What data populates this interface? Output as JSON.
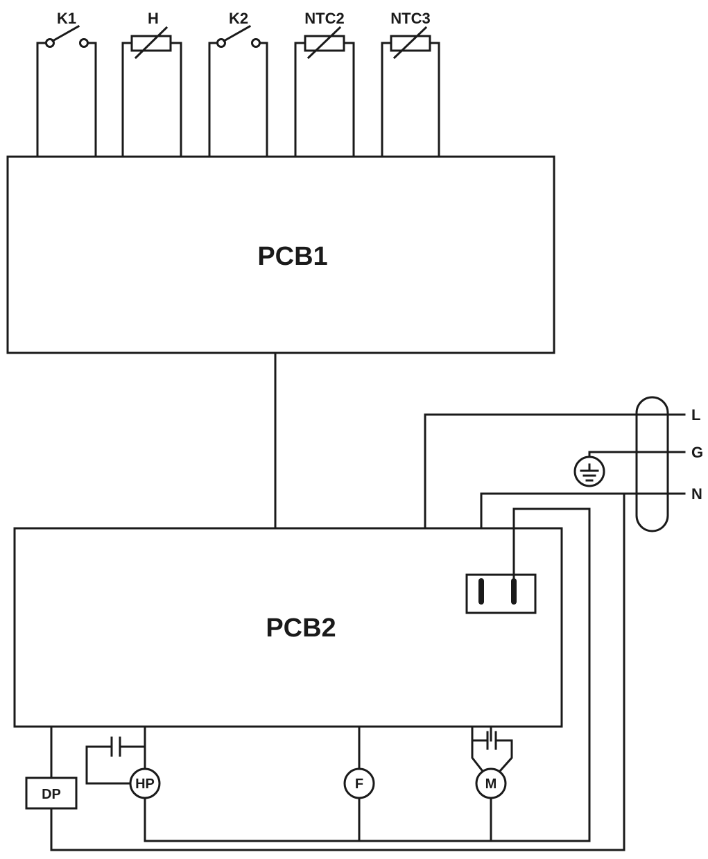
{
  "diagram": {
    "boards": {
      "pcb1": "PCB1",
      "pcb2": "PCB2"
    },
    "top_components": {
      "k1": "K1",
      "h": "H",
      "k2": "K2",
      "ntc2": "NTC2",
      "ntc3": "NTC3"
    },
    "mains": {
      "l": "L",
      "g": "G",
      "n": "N"
    },
    "bottom_components": {
      "dp": "DP",
      "hp": "HP",
      "f": "F",
      "m": "M"
    }
  }
}
